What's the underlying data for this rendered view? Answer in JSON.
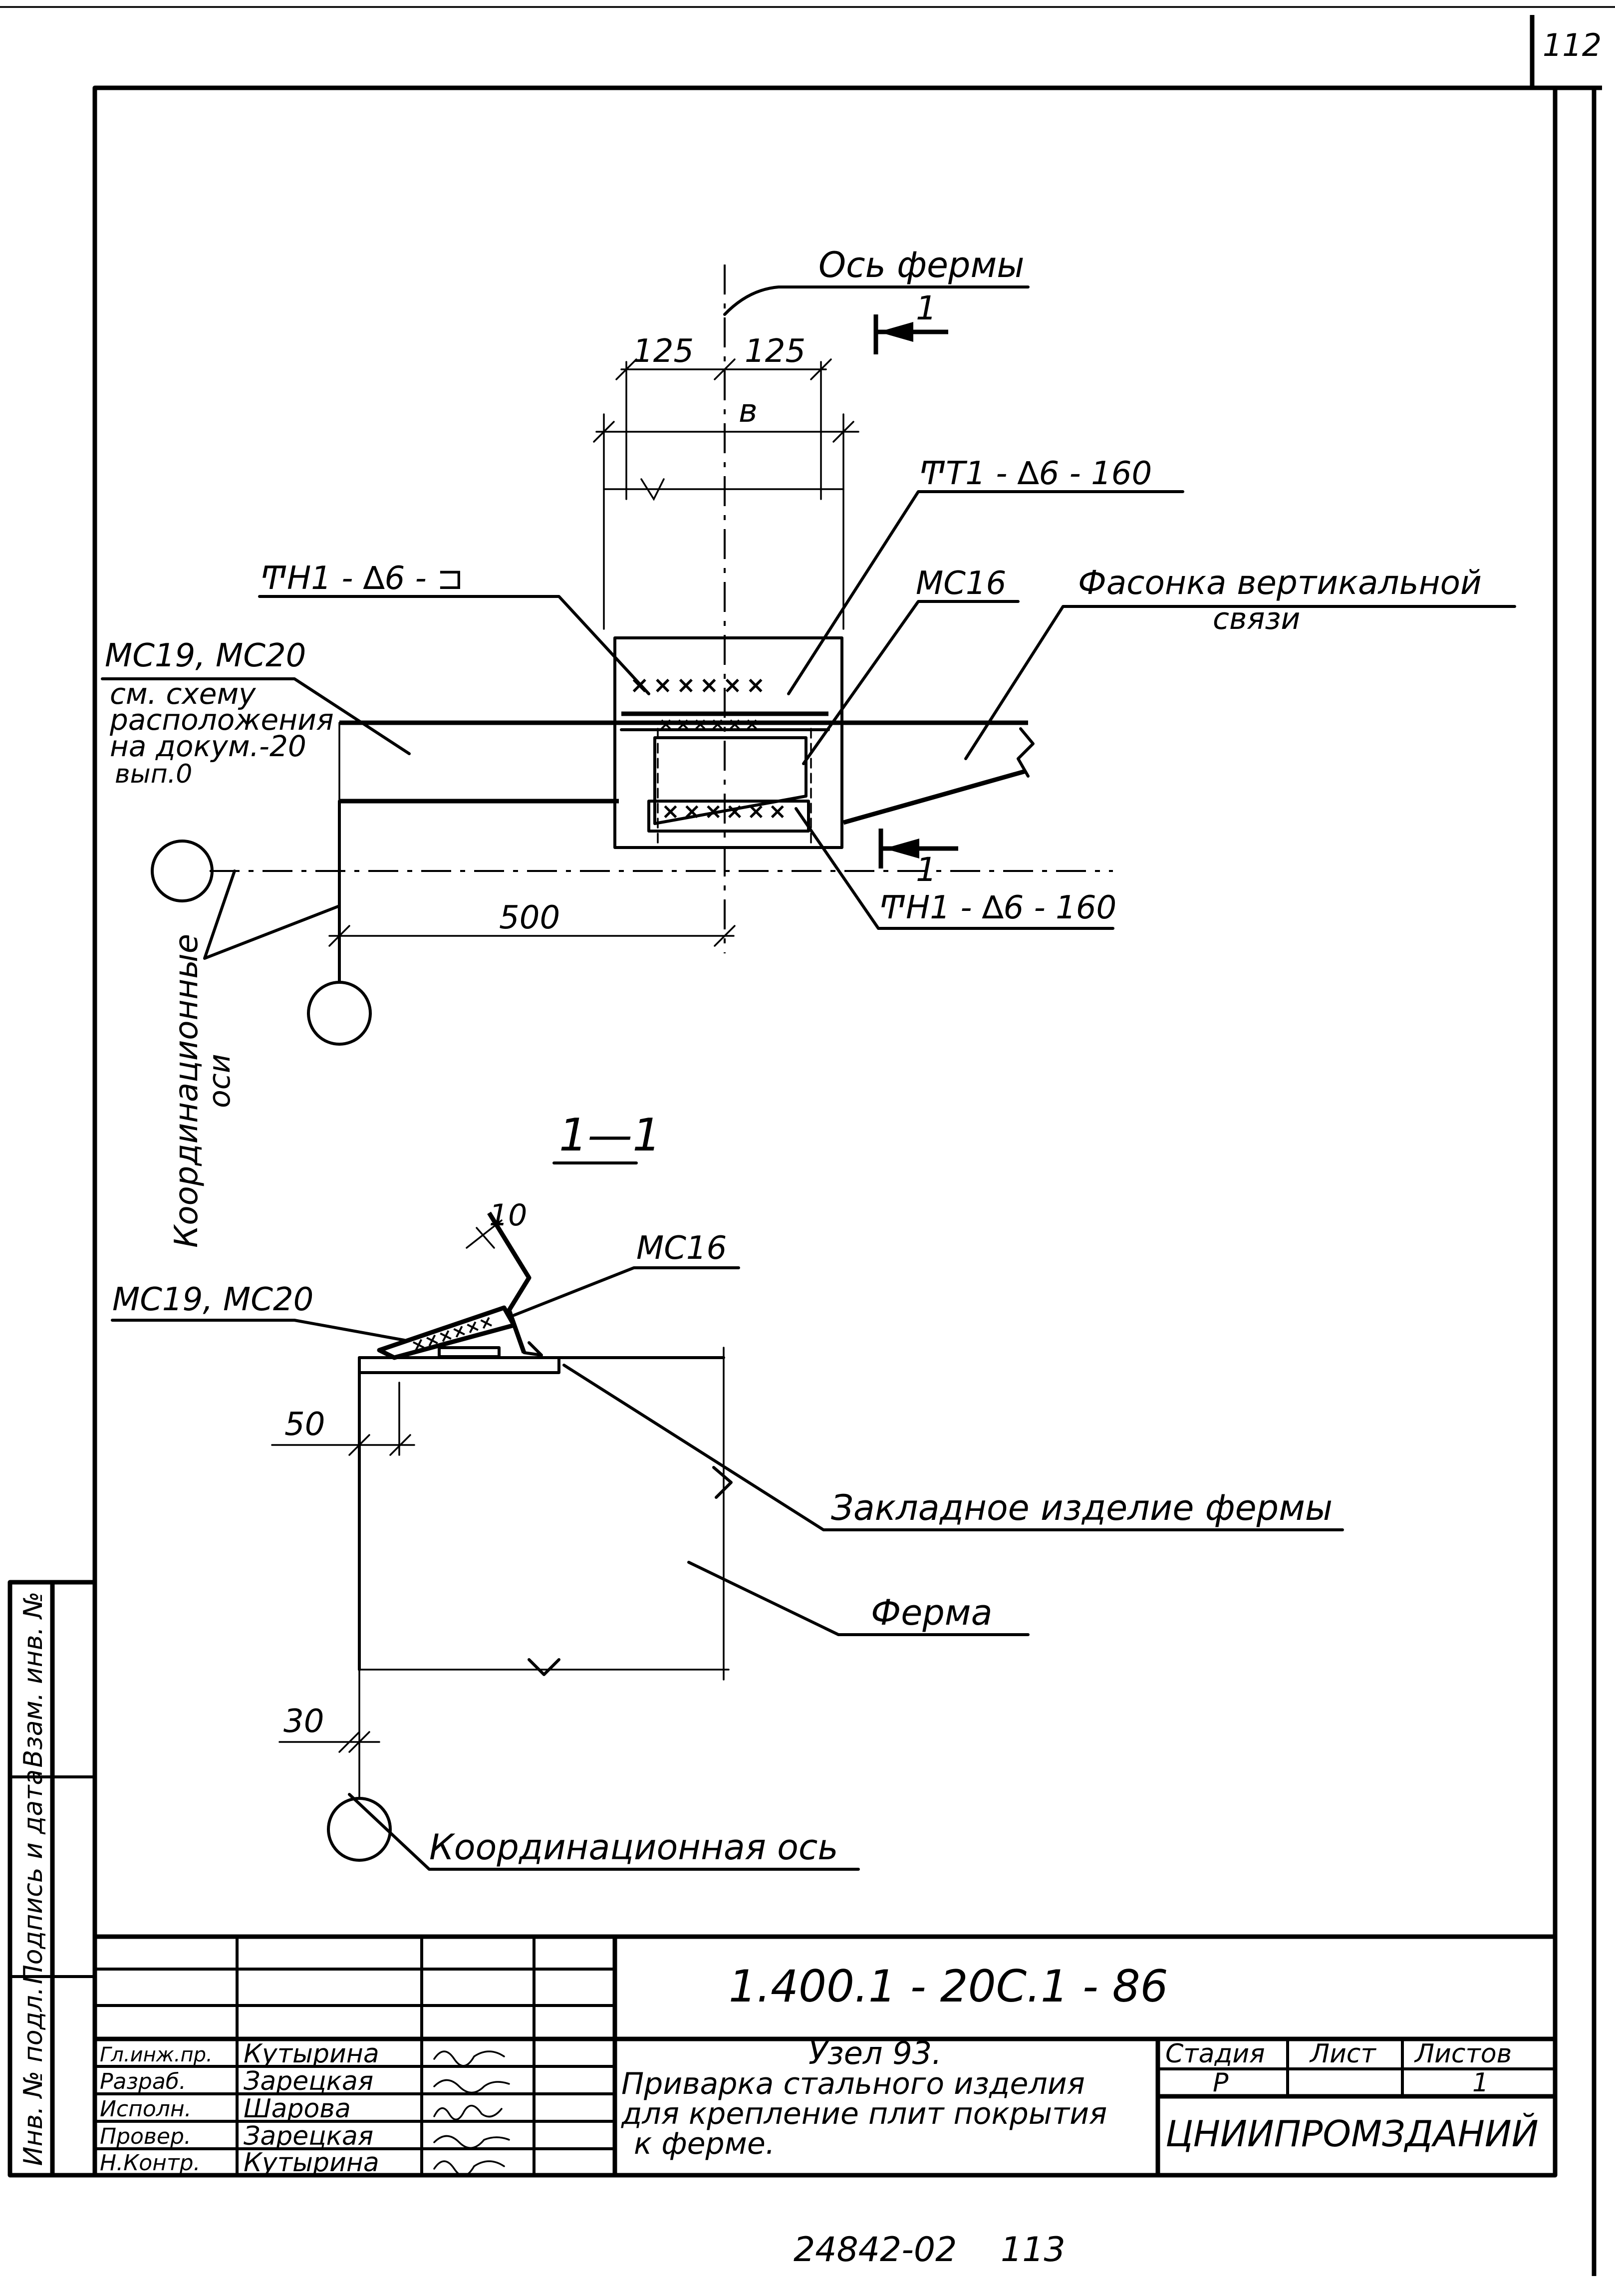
{
  "sheet": {
    "page_number": "112",
    "bottom_number": "24842-02",
    "bottom_page": "113"
  },
  "plan_view": {
    "truss_axis_label": "Ось фермы",
    "dim_125_left": "125",
    "dim_125_right": "125",
    "dim_b": "в",
    "weld_t1": "ͲТ1 - ∆6 - 160",
    "weld_n1_top": "ͲН1 - ∆6 - ⊐",
    "part_mc16": "МС16",
    "gusset_label_1": "Фасонка вертикальной",
    "gusset_label_2": "связи",
    "part_mc19_mc20": "МС19, МС20",
    "see_scheme_1": "см. схему",
    "see_scheme_2": "расположения",
    "see_scheme_3": "на докум.-20",
    "see_scheme_4": "вып.0",
    "weld_n1_bottom": "ͲН1 - ∆6 - 160",
    "dim_500": "500",
    "coord_axes_1": "Координационные",
    "coord_axes_2": "оси",
    "section_mark": "1",
    "weld_cross": "××××××"
  },
  "section_view": {
    "title": "1—1",
    "dim_10": "10",
    "part_mc16": "МС16",
    "part_mc19_mc20": "МС19, МС20",
    "dim_50": "50",
    "embedded_part": "Закладное изделие фермы",
    "truss": "Ферма",
    "dim_30": "30",
    "coord_axis": "Координационная ось"
  },
  "side_stamp": {
    "inv_no_orig": "Инв. № подл.",
    "sign_date": "Подпись и дата",
    "vzam_inv": "Взам. инв. №"
  },
  "title_block": {
    "code": "1.400.1 - 20С.1 - 86",
    "node": "Узел 93.",
    "desc_1": "Приварка стального изделия",
    "desc_2": "для крепление плит покрытия",
    "desc_3": "к ферме.",
    "stage_header": "Стадия",
    "sheet_header": "Лист",
    "sheets_header": "Листов",
    "stage_value": "Р",
    "sheets_value": "1",
    "organization": "ЦНИИПРОМЗДАНИЙ",
    "signers": [
      {
        "role": "Гл.инж.пр.",
        "name": "Кутырина"
      },
      {
        "role": "Разраб.",
        "name": "Зарецкая"
      },
      {
        "role": "Исполн.",
        "name": "Шарова"
      },
      {
        "role": "Провер.",
        "name": "Зарецкая"
      },
      {
        "role": "Н.Контр.",
        "name": "Кутырина"
      }
    ]
  }
}
